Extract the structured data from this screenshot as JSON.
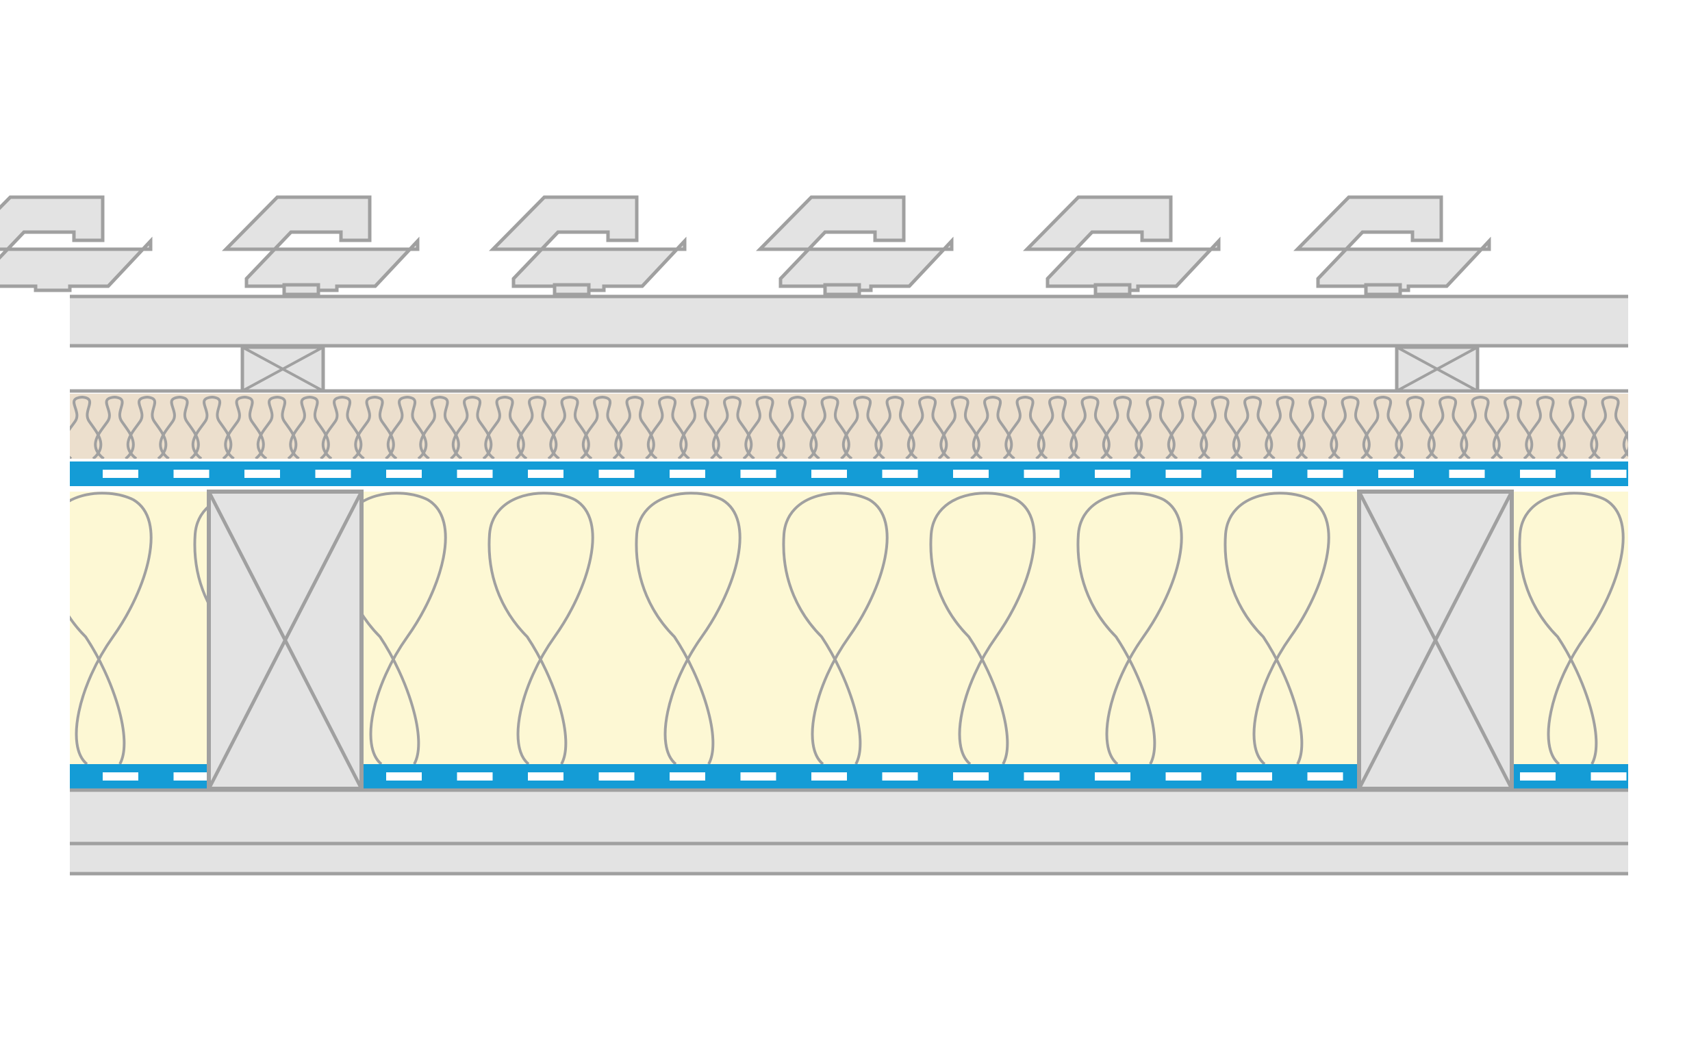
{
  "diagram": {
    "kind": "roof-construction-cross-section",
    "labels": [],
    "colors": {
      "background": "#ffffff",
      "outline": "#a0a0a0",
      "board": "#e3e3e3",
      "tile": "#e3e3e3",
      "wood_fibre_board": "#ecdfcd",
      "mineral_wool": "#fdf8d4",
      "membrane": "#149cd6",
      "membrane_dash": "#ffffff"
    },
    "layers": [
      {
        "id": "roof-tiles",
        "material": "tiles",
        "count": 6
      },
      {
        "id": "tile-batten-board",
        "material": "board"
      },
      {
        "id": "counter-battens",
        "material": "timber",
        "count": 2
      },
      {
        "id": "wood-fibre-insulation",
        "material": "wood_fibre_board"
      },
      {
        "id": "upper-membrane",
        "material": "membrane"
      },
      {
        "id": "rafter-insulation",
        "material": "mineral_wool"
      },
      {
        "id": "rafters",
        "material": "timber",
        "count": 2
      },
      {
        "id": "lower-membrane",
        "material": "membrane"
      },
      {
        "id": "inner-lining",
        "material": "board"
      }
    ]
  }
}
